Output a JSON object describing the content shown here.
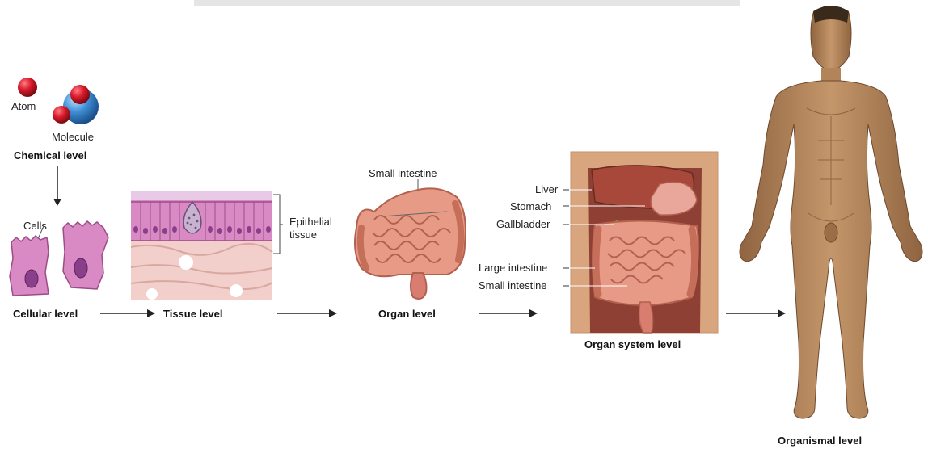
{
  "levels": {
    "chemical": "Chemical level",
    "cellular": "Cellular level",
    "tissue": "Tissue level",
    "organ": "Organ level",
    "organ_system": "Organ system level",
    "organismal": "Organismal level"
  },
  "labels": {
    "atom": "Atom",
    "molecule": "Molecule",
    "cells": "Cells",
    "epithelial": "Epithelial",
    "tissue": "tissue",
    "organ_small_intestine": "Small intestine",
    "liver": "Liver",
    "stomach": "Stomach",
    "gallbladder": "Gallbladder",
    "large_intestine": "Large intestine",
    "system_small_intestine": "Small intestine"
  },
  "colors": {
    "atom_red": "#d81a2a",
    "molecule_blue": "#3f8fd6",
    "cell_pink": "#d98ac4",
    "nucleus_purple": "#8a3f8a",
    "intestine_pink": "#e79a86",
    "liver_brown": "#a8483a",
    "skin": "#b98a5e",
    "arrow": "#222222"
  }
}
